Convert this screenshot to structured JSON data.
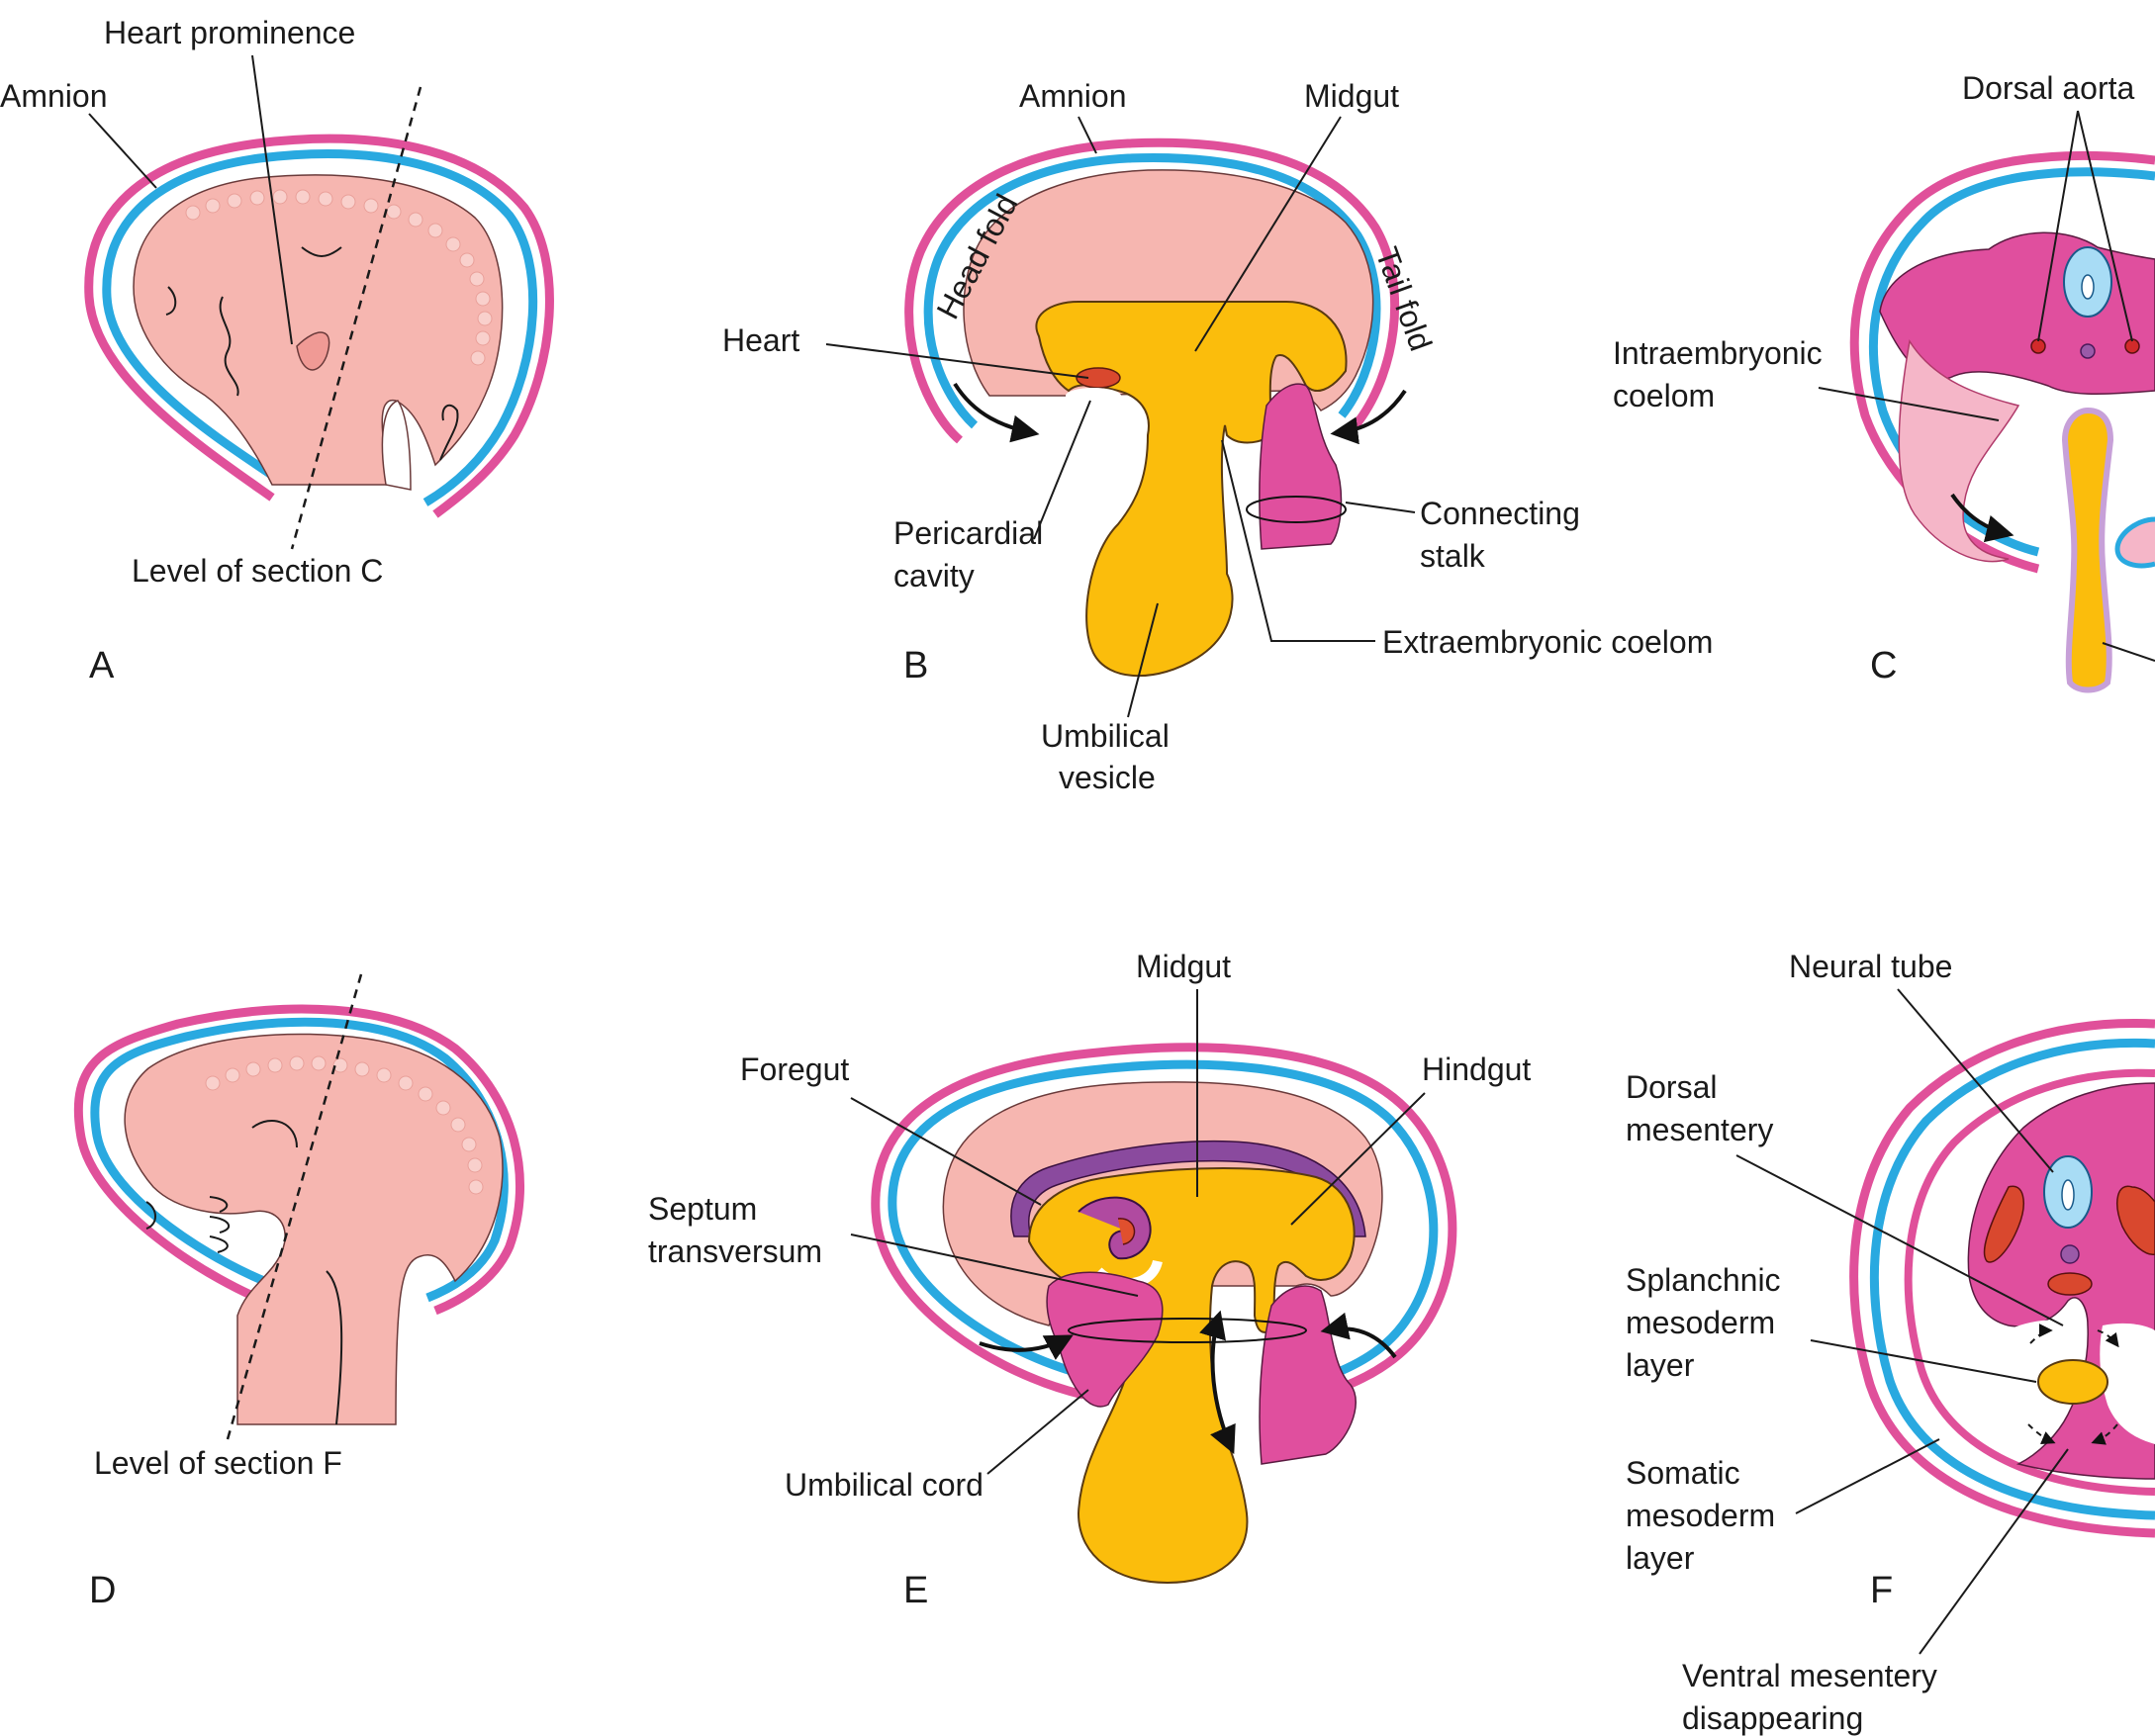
{
  "panels": {
    "A": {
      "letter": "A",
      "labels": {
        "amnion": "Amnion",
        "heart_prominence": "Heart prominence",
        "level": "Level of section C"
      }
    },
    "B": {
      "letter": "B",
      "labels": {
        "amnion": "Amnion",
        "midgut": "Midgut",
        "head_fold": "Head fold",
        "tail_fold": "Tail fold",
        "heart": "Heart",
        "pericardial_1": "Pericardial",
        "pericardial_2": "cavity",
        "connecting_1": "Connecting",
        "connecting_2": "stalk",
        "extraembryonic": "Extraembryonic coelom",
        "umbilical_1": "Umbilical",
        "umbilical_2": "vesicle"
      }
    },
    "C": {
      "letter": "C",
      "labels": {
        "dorsal_aorta": "Dorsal aorta",
        "intra_1": "Intraembryonic",
        "intra_2": "coelom"
      }
    },
    "D": {
      "letter": "D",
      "labels": {
        "level": "Level of section F"
      }
    },
    "E": {
      "letter": "E",
      "labels": {
        "midgut": "Midgut",
        "foregut": "Foregut",
        "hindgut": "Hindgut",
        "septum_1": "Septum",
        "septum_2": "transversum",
        "umbilical_cord": "Umbilical cord"
      }
    },
    "F": {
      "letter": "F",
      "labels": {
        "neural_tube": "Neural tube",
        "dorsal_mes_1": "Dorsal",
        "dorsal_mes_2": "mesentery",
        "splanch_1": "Splanchnic",
        "splanch_2": "mesoderm",
        "splanch_3": "layer",
        "somatic_1": "Somatic",
        "somatic_2": "mesoderm",
        "somatic_3": "layer",
        "ventral_1": "Ventral mesentery",
        "ventral_2": "disappearing"
      }
    }
  },
  "colors": {
    "amnion": "#e0509a",
    "chorion": "#29a9e0",
    "embryo": "#f6b6b0",
    "yolk": "#fbbd0c",
    "mesoderm": "#e04f9e",
    "neural_tube": "#a8dcf5",
    "aorta": "#d22a2a",
    "endoderm_purple": "#8a4a9e"
  }
}
